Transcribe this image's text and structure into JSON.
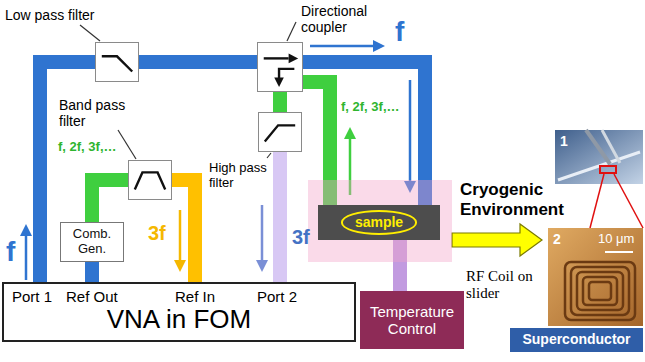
{
  "diagram": {
    "nodes": [
      {
        "text": [
          "Low pass filter"
        ]
      },
      {
        "text": [
          "Directional coupler"
        ]
      },
      {
        "text": [
          "Band pass filter"
        ]
      },
      {
        "text": [
          "High pass filter"
        ]
      },
      {
        "text": [
          "Comb. Gen."
        ]
      },
      {
        "text": [
          "sample"
        ]
      },
      {
        "text": [
          "VNA in FOM"
        ]
      },
      {
        "text": [
          "Temperature Control"
        ]
      }
    ],
    "edges": [
      {
        "from": 6,
        "to": 0,
        "arrow": "none"
      },
      {
        "from": 0,
        "to": 1,
        "arrow": "none"
      },
      {
        "from": 1,
        "to": 5,
        "arrow": "none"
      },
      {
        "from": 5,
        "to": 1,
        "arrow": "none"
      },
      {
        "from": 1,
        "to": 3,
        "arrow": "none"
      },
      {
        "from": 3,
        "to": 6,
        "arrow": "none"
      },
      {
        "from": 6,
        "to": 4,
        "arrow": "none"
      },
      {
        "from": 4,
        "to": 2,
        "arrow": "none"
      },
      {
        "from": 2,
        "to": 6,
        "arrow": "none"
      },
      {
        "from": 7,
        "to": 5,
        "arrow": "none"
      }
    ],
    "labels": [
      "Port 1",
      "Ref Out",
      "Ref In",
      "Port 2",
      "f",
      "f, 2f, 3f,…",
      "3f",
      "3f",
      "f, 2f, 3f,…",
      "f",
      "Cryogenic Environment",
      "1",
      "2",
      "10 μm",
      "RF Coil on slider",
      "Superconductor"
    ]
  }
}
